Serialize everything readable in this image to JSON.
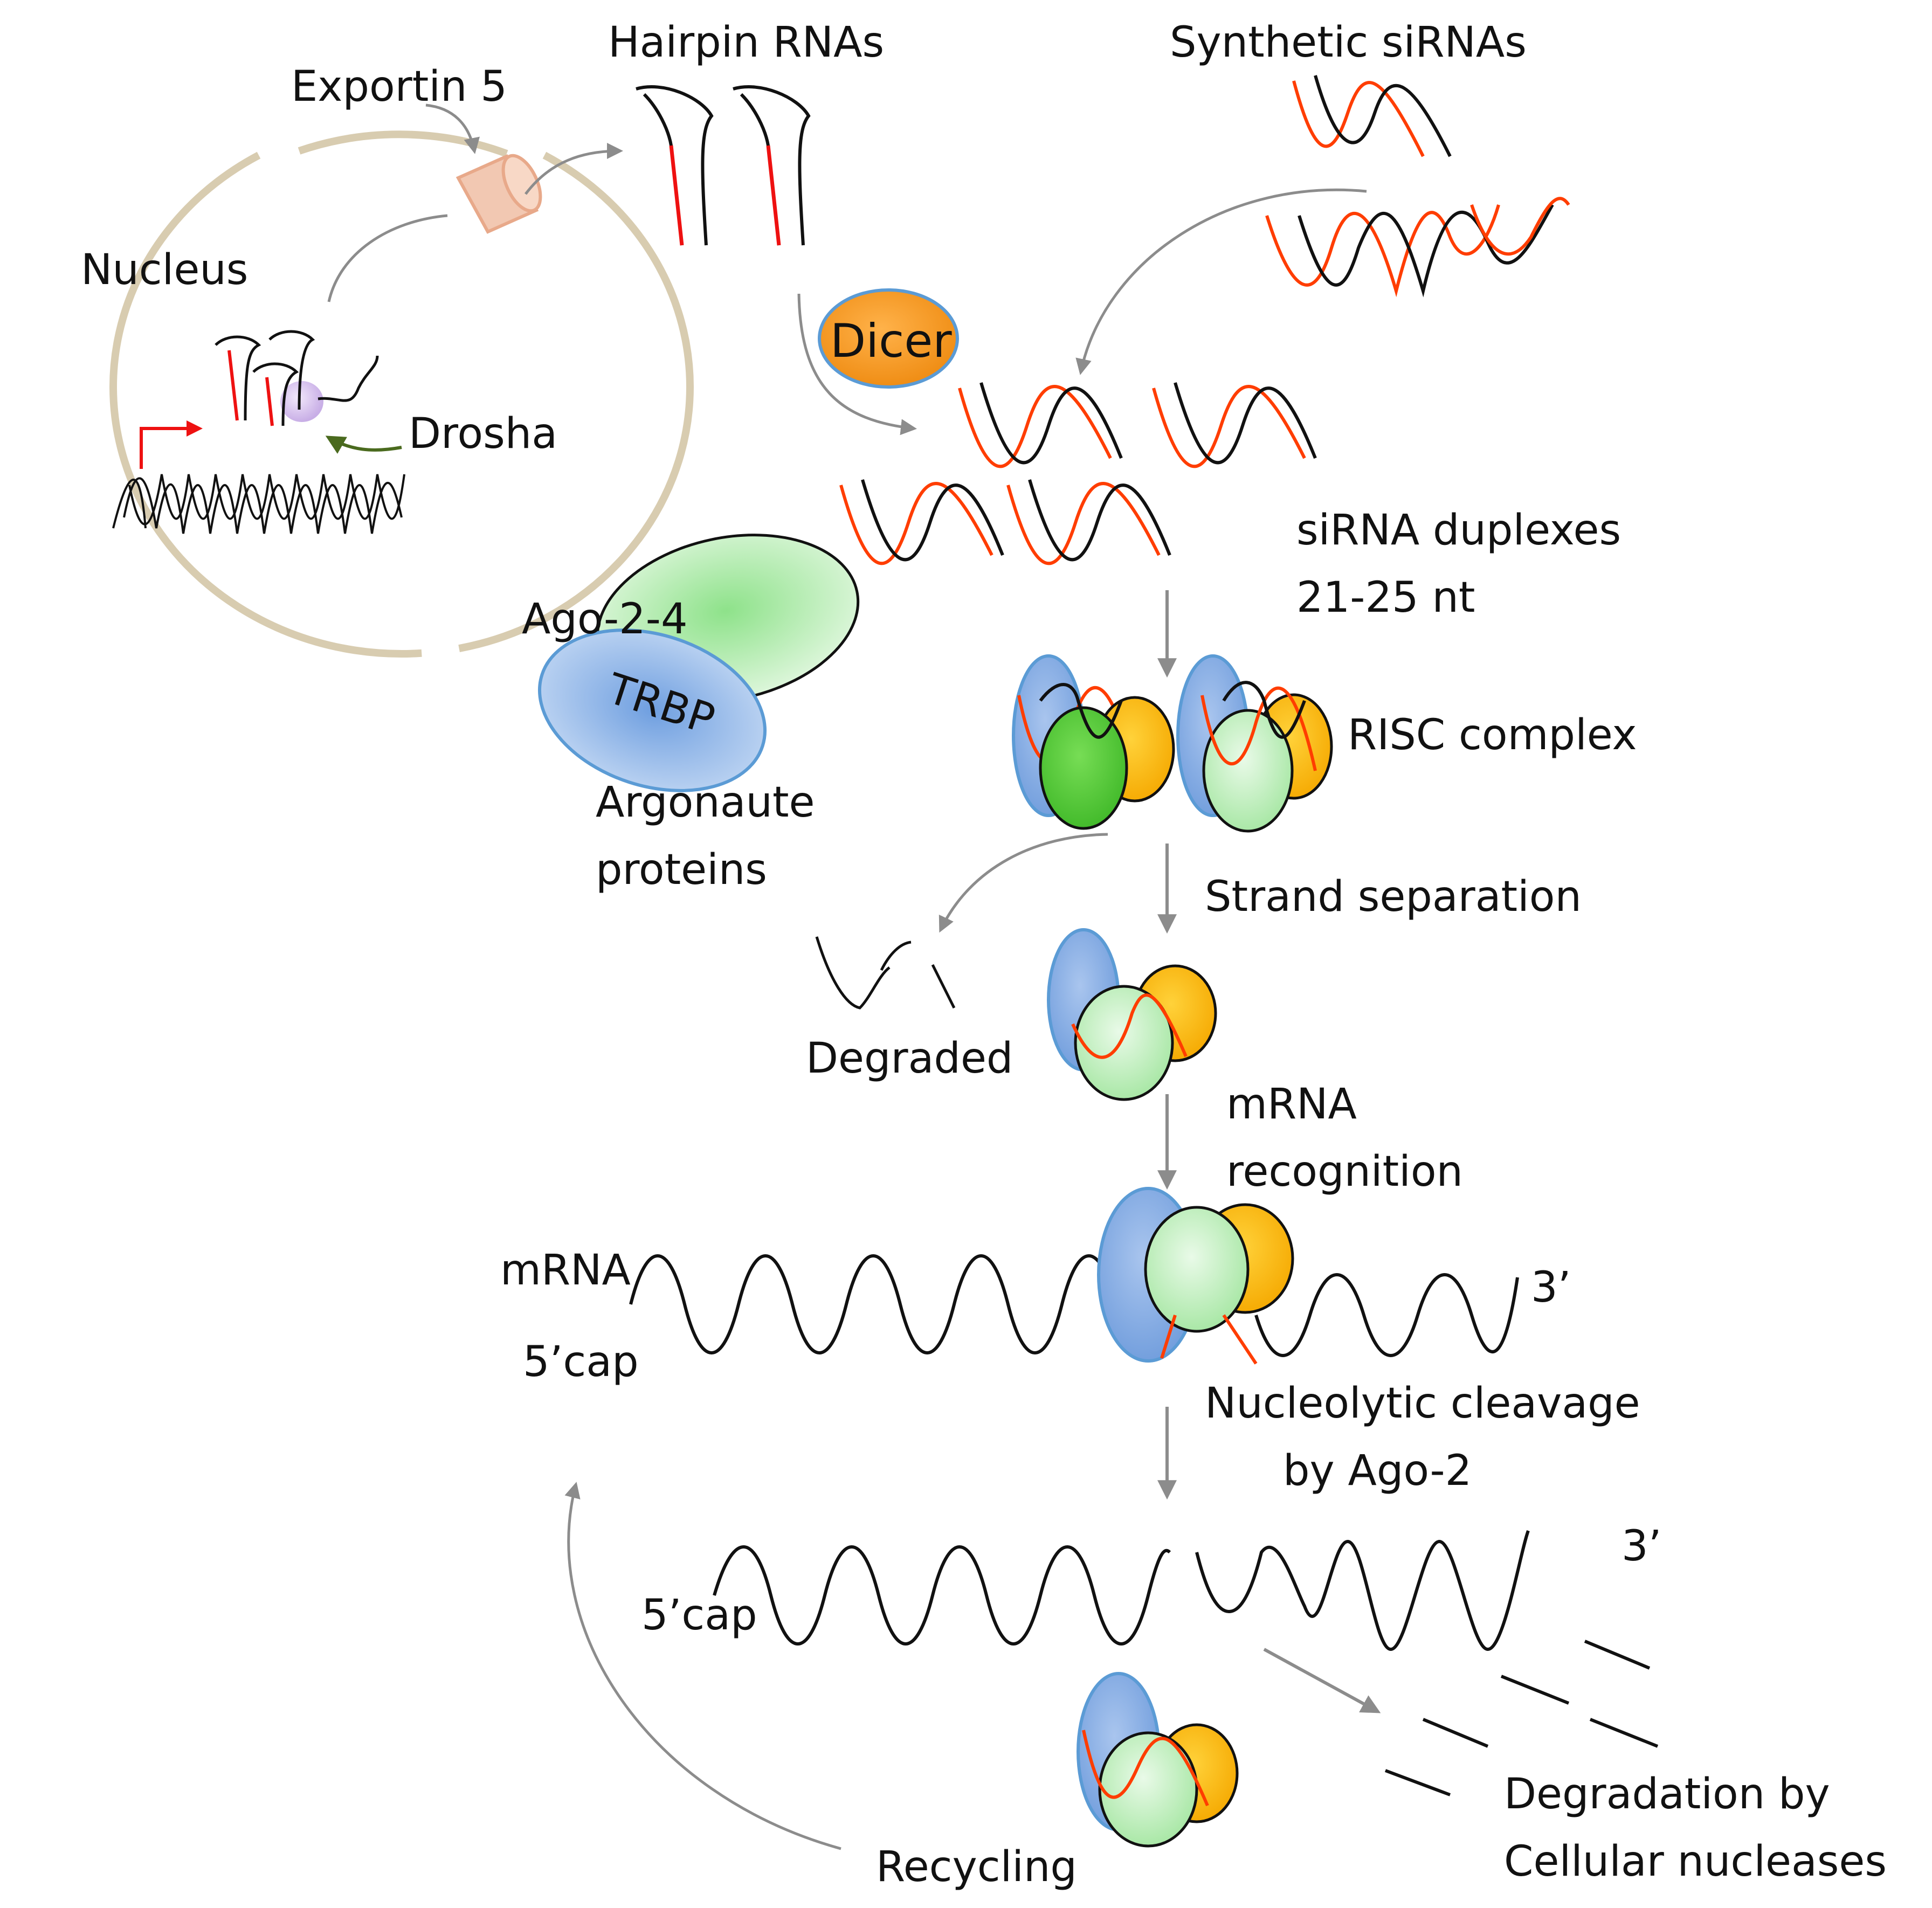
{
  "labels": {
    "exportin": "Exportin 5",
    "hairpin": "Hairpin RNAs",
    "synthetic": "Synthetic siRNAs",
    "nucleus": "Nucleus",
    "dicer": "Dicer",
    "drosha": "Drosha",
    "sirna_duplexes": "siRNA duplexes",
    "sirna_length": "21-25 nt",
    "ago": "Ago-2-4",
    "trbp": "TRBP",
    "argonaute": "Argonaute",
    "proteins": "proteins",
    "risc": "RISC  complex",
    "strand_separation": "Strand separation",
    "degraded": "Degraded",
    "mrna_recognition_1": "mRNA",
    "mrna_recognition_2": "recognition",
    "mrna": "mRNA",
    "five_cap_1": "5’cap",
    "three_prime_1": "3’",
    "cleavage_1": "Nucleolytic cleavage",
    "cleavage_2": "by Ago-2",
    "five_cap_2": "5’cap",
    "three_prime_2": "3’",
    "degradation_1": "Degradation by",
    "degradation_2": "Cellular nucleases",
    "recycling": "Recycling"
  },
  "colors": {
    "nucleus_membrane": "#d8ccb0",
    "guide_strand": "#ff3d00",
    "passenger_strand": "#111111",
    "arrow": "#8c8c8c",
    "drosha_arrow": "#4a6a1e",
    "promoter_arrow": "#ee1111",
    "dicer_fill": "#f59a2a",
    "ago_green": "#bff0be",
    "ago_dark_green": "#55cc33",
    "trbp_blue": "#8fb3e6",
    "orange_protein": "#ffbb00",
    "exportin_fill": "#f2c8b2",
    "drosha_fill": "#d7c2ee"
  }
}
